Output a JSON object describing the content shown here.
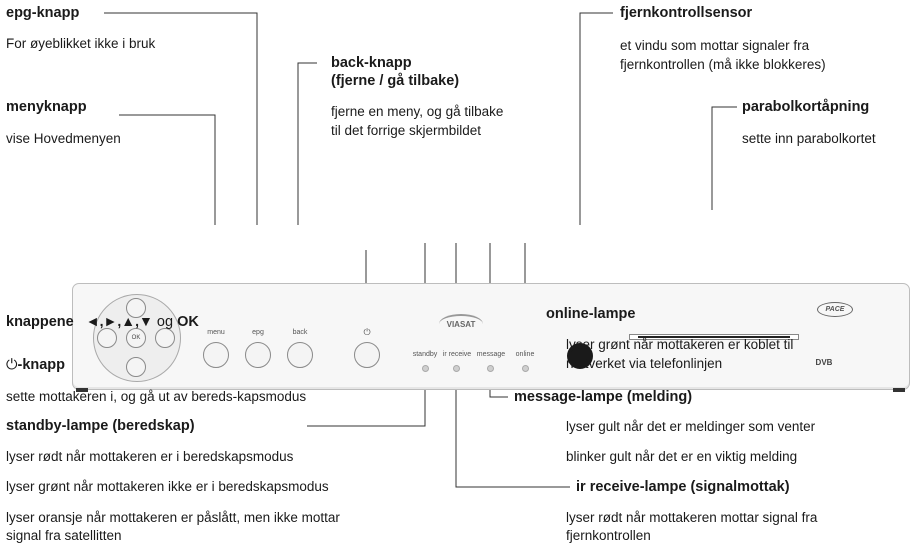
{
  "labels": {
    "epg_title": "epg-knapp",
    "epg_desc": "For øyeblikket ikke i bruk",
    "meny_title": "menyknapp",
    "meny_desc": "vise Hovedmenyen",
    "back_title_1": "back-knapp",
    "back_title_2": "(fjerne / gå tilbake)",
    "back_desc_1": "fjerne en meny, og gå tilbake",
    "back_desc_2": "til det forrige skjermbildet",
    "sensor_title": "fjernkontrollsensor",
    "sensor_desc_1": "et vindu som mottar signaler fra",
    "sensor_desc_2": "fjernkontrollen (må ikke blokkeres)",
    "slot_title": "parabolkortåpning",
    "slot_desc": "sette inn parabolkortet",
    "arrows_prefix": "knappene",
    "arrows_glyphs": "◄,►,▲,▼",
    "arrows_og": "og",
    "arrows_ok": "OK",
    "power_title_glyph": "⏻",
    "power_title": "-knapp",
    "power_desc": "sette mottakeren i, og gå ut av bereds-kapsmodus",
    "standby_title": "standby-lampe (beredskap)",
    "standby_desc_1": "lyser rødt når mottakeren er i beredskapsmodus",
    "standby_desc_2": "lyser grønt når mottakeren ikke er i beredskapsmodus",
    "standby_desc_3": "lyser oransje når mottakeren er påslått, men ikke mottar",
    "standby_desc_4": "signal fra satellitten",
    "online_title": "online-lampe",
    "online_desc_1": "lyser grønt når mottakeren er koblet til",
    "online_desc_2": "nettverket via telefonlinjen",
    "message_title": "message-lampe (melding)",
    "message_desc_1": "lyser gult når det er meldinger som venter",
    "message_desc_2": "blinker gult når det er en viktig melding",
    "ir_title": "ir receive-lampe (signalmottak)",
    "ir_desc_1": "lyser rødt når mottakeren mottar signal fra",
    "ir_desc_2": "fjernkontrollen"
  },
  "device": {
    "btn_menu": "menu",
    "btn_epg": "epg",
    "btn_back": "back",
    "power_symbol": "⏻",
    "led_standby": "standby",
    "led_ir": "ir receive",
    "led_message": "message",
    "led_online": "online",
    "brand_viasat": "VIASAT",
    "brand_pace": "PACE",
    "brand_dvb": "DVB",
    "dpad_ok": "OK"
  }
}
